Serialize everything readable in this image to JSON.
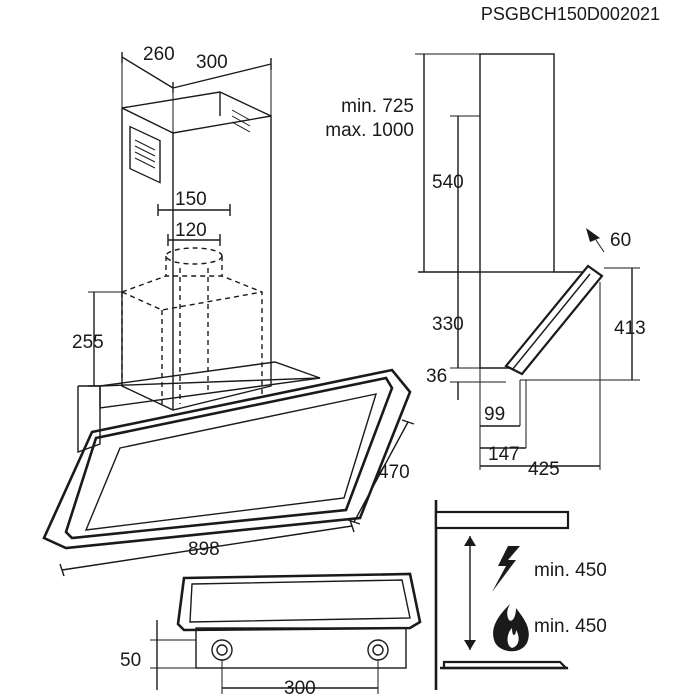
{
  "product_code": "PSGBCH150D002021",
  "front_view": {
    "chimney_depth": "260",
    "chimney_width": "300",
    "duct_outer": "150",
    "duct_inner": "120",
    "lower_chimney_height": "255",
    "hood_width": "898",
    "hood_depth": "470"
  },
  "side_view": {
    "height_min": "min. 725",
    "height_max": "max. 1000",
    "upper_chimney": "540",
    "lower_chimney": "330",
    "bottom_offset": "36",
    "glass_angle": "60",
    "canopy_height": "413",
    "depth_99": "99",
    "depth_147": "147",
    "total_depth": "425"
  },
  "bottom_view": {
    "light_offset": "50",
    "light_spacing": "300"
  },
  "clearance": {
    "electric_min": "min. 450",
    "gas_min": "min. 450"
  },
  "icons": [
    "lightning-icon",
    "flame-icon"
  ]
}
